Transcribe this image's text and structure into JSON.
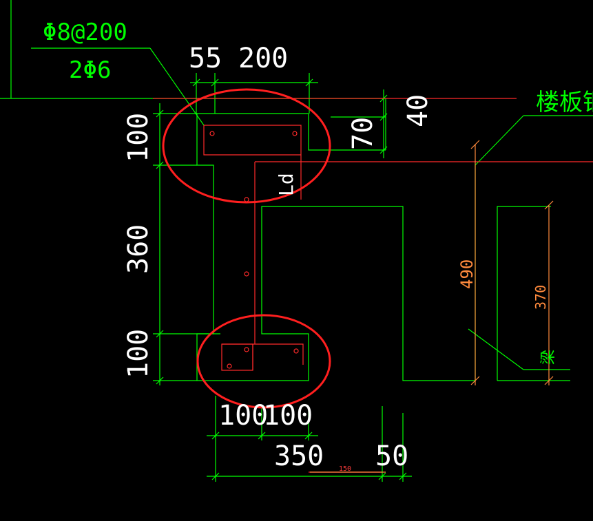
{
  "labels": {
    "rebar_stirrup": "Φ8@200",
    "rebar_bottom": "2Φ6",
    "floor_slab": "楼板钢",
    "beam": "梁",
    "ld": "Ld"
  },
  "dimensions": {
    "top_55": "55",
    "top_200": "200",
    "right_40": "40",
    "right_70": "70",
    "left_100_top": "100",
    "left_360": "360",
    "left_100_bottom": "100",
    "bottom_100a": "100",
    "bottom_100b": "100",
    "bottom_350": "350",
    "bottom_50": "50",
    "bottom_150": "150",
    "right_490": "490",
    "right_370": "370"
  },
  "colors": {
    "background": "#000000",
    "outline": "#00ff00",
    "rebar": "#ff2a2a",
    "highlight": "#ff1f1f",
    "dim_text": "#ffffff",
    "annotation": "#ff8a3d"
  }
}
